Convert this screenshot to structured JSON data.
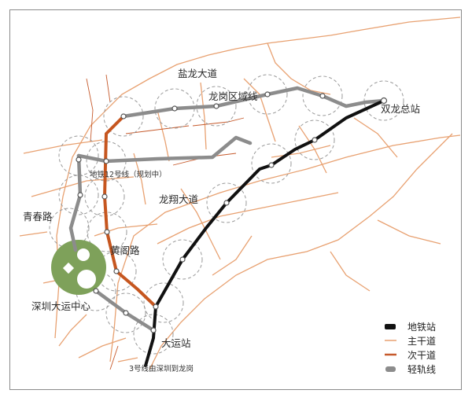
{
  "labels": {
    "yanlong_avenue": "盐龙大道",
    "longgang_city_line": "龙岗区域线",
    "shuanglong_station": "双龙总站",
    "line12": "地铁12号线（规划中）",
    "longxiang_avenue": "龙翔大道",
    "qingchun_road": "青春路",
    "huangge_road": "黄阁路",
    "universiade_center": "深圳大运中心",
    "dayun_station": "大运站",
    "line3_note": "3号线由深圳到龙岗"
  },
  "legend": {
    "metro_station": "地铁站",
    "main_road": "主干道",
    "secondary_road": "次干道",
    "light_rail": "轻轨线"
  },
  "colors": {
    "main_road": "#e8a171",
    "secondary_road": "#c65a2c",
    "metro_line": "#111111",
    "light_rail": "#8c8c8c",
    "orange_line": "#c6561f",
    "venue_green": "#7ea15a",
    "buffer_circle": "#9a9a9a"
  }
}
